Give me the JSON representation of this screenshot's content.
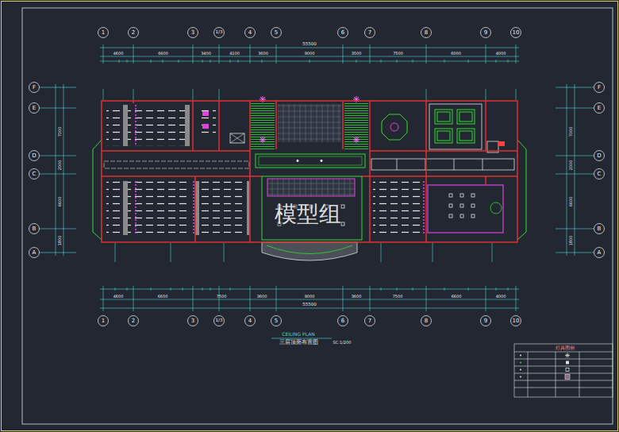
{
  "diagram": {
    "labels": [
      "1",
      "2",
      "3",
      "1/3",
      "4",
      "5",
      "6",
      "7",
      "8",
      "9",
      "10",
      "1",
      "2",
      "3",
      "1/3",
      "4",
      "5",
      "6",
      "7",
      "8",
      "9",
      "10",
      "F",
      "E",
      "D",
      "C",
      "B",
      "A",
      "F",
      "E",
      "D",
      "C",
      "B",
      "A",
      "55500",
      "4600",
      "6600",
      "3400",
      "4100",
      "3600",
      "9000",
      "3500",
      "7500",
      "6000",
      "4000",
      "4600",
      "6600",
      "7500",
      "3600",
      "9000",
      "3600",
      "7500",
      "6600",
      "4000",
      "55500",
      "7000",
      "2000",
      "6600",
      "1800",
      "7000",
      "2000",
      "6600",
      "1800",
      "CEILING PLAN",
      "三层顶面布置图",
      "SC:1/200",
      "模型组",
      "灯具图例"
    ]
  }
}
